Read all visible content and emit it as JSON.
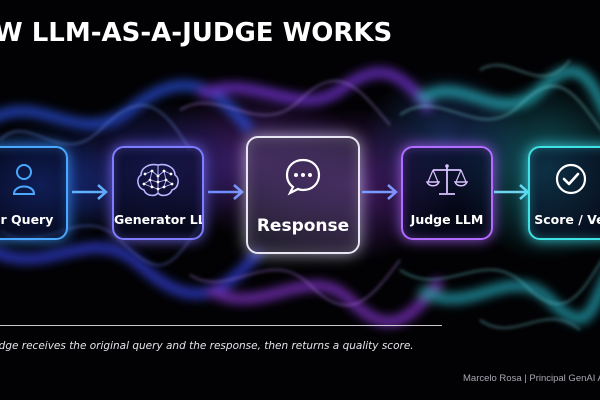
{
  "title": "W LLM-AS-A-JUDGE WORKS",
  "flow": {
    "nodes": [
      {
        "label": "ser Query",
        "icon": "user-icon",
        "color": "#4aa8ff"
      },
      {
        "label": "Generator LLM",
        "icon": "brain-network-icon",
        "color": "#7f7dff"
      },
      {
        "label": "Response",
        "icon": "chat-bubble-icon",
        "color": "#e8e6f2"
      },
      {
        "label": "Judge LLM",
        "icon": "balance-scale-icon",
        "color": "#b06dff"
      },
      {
        "label": "Score / Verd",
        "icon": "check-circle-icon",
        "color": "#3fe3e6"
      }
    ],
    "arrows": [
      "arrow-right-icon",
      "arrow-right-icon",
      "arrow-right-icon",
      "arrow-right-icon"
    ]
  },
  "caption": "udge receives the original query and the response, then returns a quality score.",
  "credit": "Marcelo Rosa | Principal GenAI A",
  "colors": {
    "background": "#020204",
    "text": "#ffffff",
    "blue": "#4aa8ff",
    "indigo": "#7f7dff",
    "violet": "#b06dff",
    "cyan": "#3fe3e6"
  }
}
